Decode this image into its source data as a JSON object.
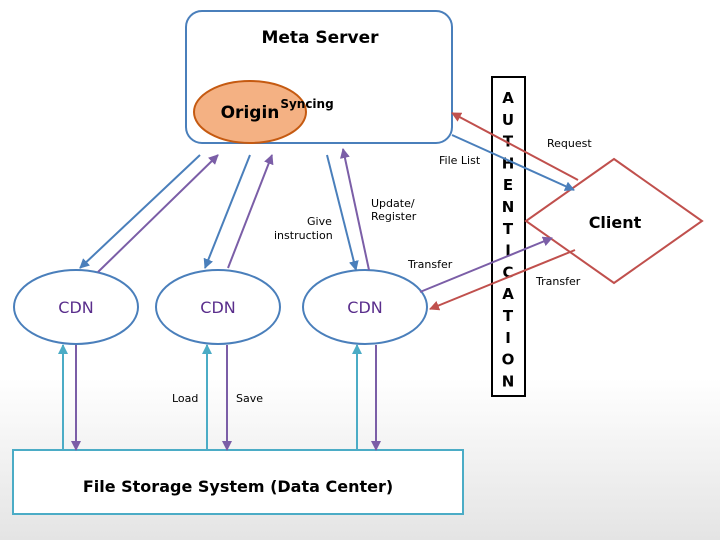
{
  "meta_server": {
    "title": "Meta Server",
    "origin": "Origin",
    "syncing": "Syncing"
  },
  "authentication": {
    "letters": [
      "A",
      "U",
      "T",
      "H",
      "E",
      "N",
      "T",
      "I",
      "C",
      "A",
      "T",
      "I",
      "O",
      "N"
    ]
  },
  "client": {
    "label": "Client"
  },
  "cdns": [
    {
      "label": "CDN"
    },
    {
      "label": "CDN"
    },
    {
      "label": "CDN"
    }
  ],
  "storage": {
    "label": "File Storage System (Data Center)"
  },
  "edge_labels": {
    "request": "Request",
    "file_list": "File List",
    "update_register_1": "Update/",
    "update_register_2": "Register",
    "give_instruction_1": "Give",
    "give_instruction_2": "instruction",
    "transfer_to_client": "Transfer",
    "transfer_from_client": "Transfer",
    "load": "Load",
    "save": "Save"
  },
  "colors": {
    "blue": "#4a7fbb",
    "purple": "#7b5ea7",
    "red": "#c0504d",
    "teal": "#4bacc6",
    "origin_fill": "#f4b183",
    "origin_stroke": "#c55a11"
  }
}
